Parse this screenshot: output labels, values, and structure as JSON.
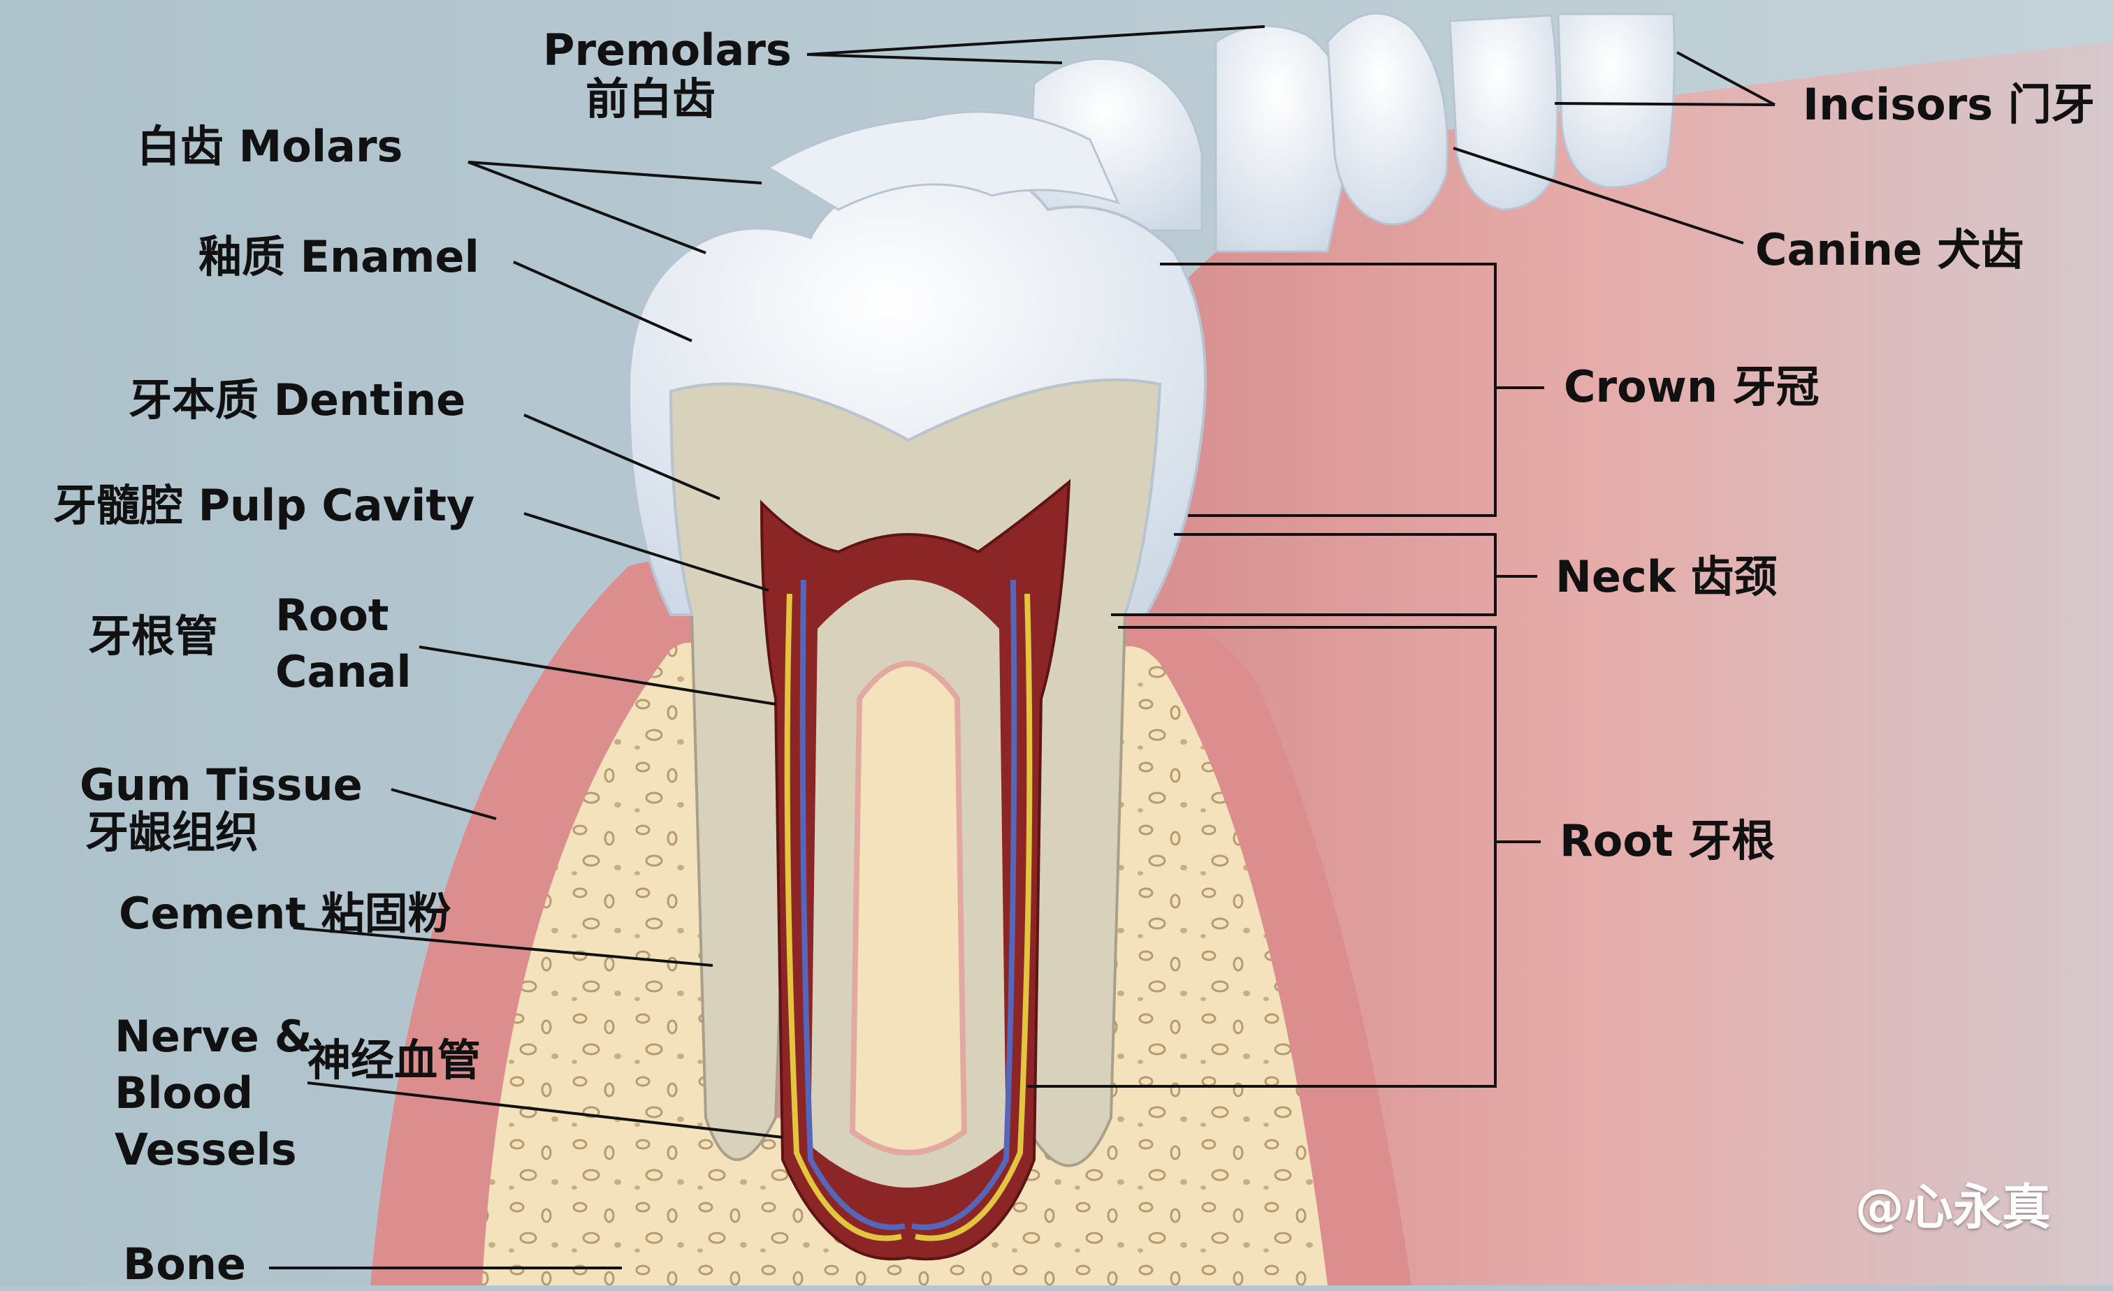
{
  "labels": {
    "premolars_en": "Premolars",
    "premolars_cn": "前白齿",
    "molars": "白齿 Molars",
    "incisors": "Incisors 门牙",
    "enamel": "釉质 Enamel",
    "canine": "Canine 犬齿",
    "dentine": "牙本质 Dentine",
    "crown": "Crown 牙冠",
    "pulp_cavity": "牙髓腔 Pulp Cavity",
    "neck": "Neck 齿颈",
    "root_canal_cn": "牙根管",
    "root_canal_en_1": "Root",
    "root_canal_en_2": "Canal",
    "gum_tissue_en": "Gum Tissue",
    "gum_tissue_cn": "牙龈组织",
    "root": "Root 牙根",
    "cement": "Cement 粘固粉",
    "nerve_1": "Nerve &",
    "nerve_2": "Blood",
    "nerve_3": "Vessels",
    "nerve_cn": "神经血管",
    "bone": "Bone"
  },
  "watermark": "@心永真",
  "colors": {
    "background": "#b4c6cf",
    "gum": "#e09898",
    "bone": "#f3e2bb",
    "enamel": "#eef2f7",
    "dentine": "#d8d2bd",
    "pulp": "#8c2626",
    "nerve": "#e3c640",
    "vessel": "#5566bb",
    "leader": "#111111"
  }
}
